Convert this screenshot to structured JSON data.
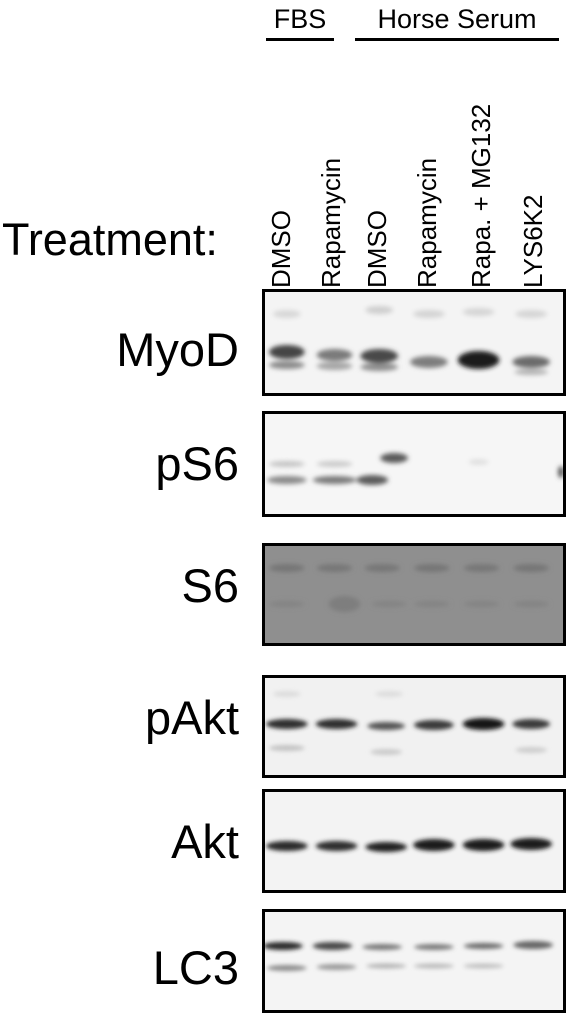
{
  "groups": [
    {
      "label": "FBS"
    },
    {
      "label": "Horse Serum"
    }
  ],
  "treatment_label": "Treatment:",
  "lanes": [
    "DMSO",
    "Rapamycin",
    "DMSO",
    "Rapamycin",
    "Rapa. + MG132",
    "LYS6K2"
  ],
  "blots": [
    {
      "label": "MyoD",
      "background": "#f4f4f4"
    },
    {
      "label": "pS6",
      "background": "#f6f6f6"
    },
    {
      "label": "S6",
      "background": "#8f8f8f"
    },
    {
      "label": "pAkt",
      "background": "#f1f1f1"
    },
    {
      "label": "Akt",
      "background": "#f3f3f3"
    },
    {
      "label": "LC3",
      "background": "#f4f4f4"
    }
  ]
}
